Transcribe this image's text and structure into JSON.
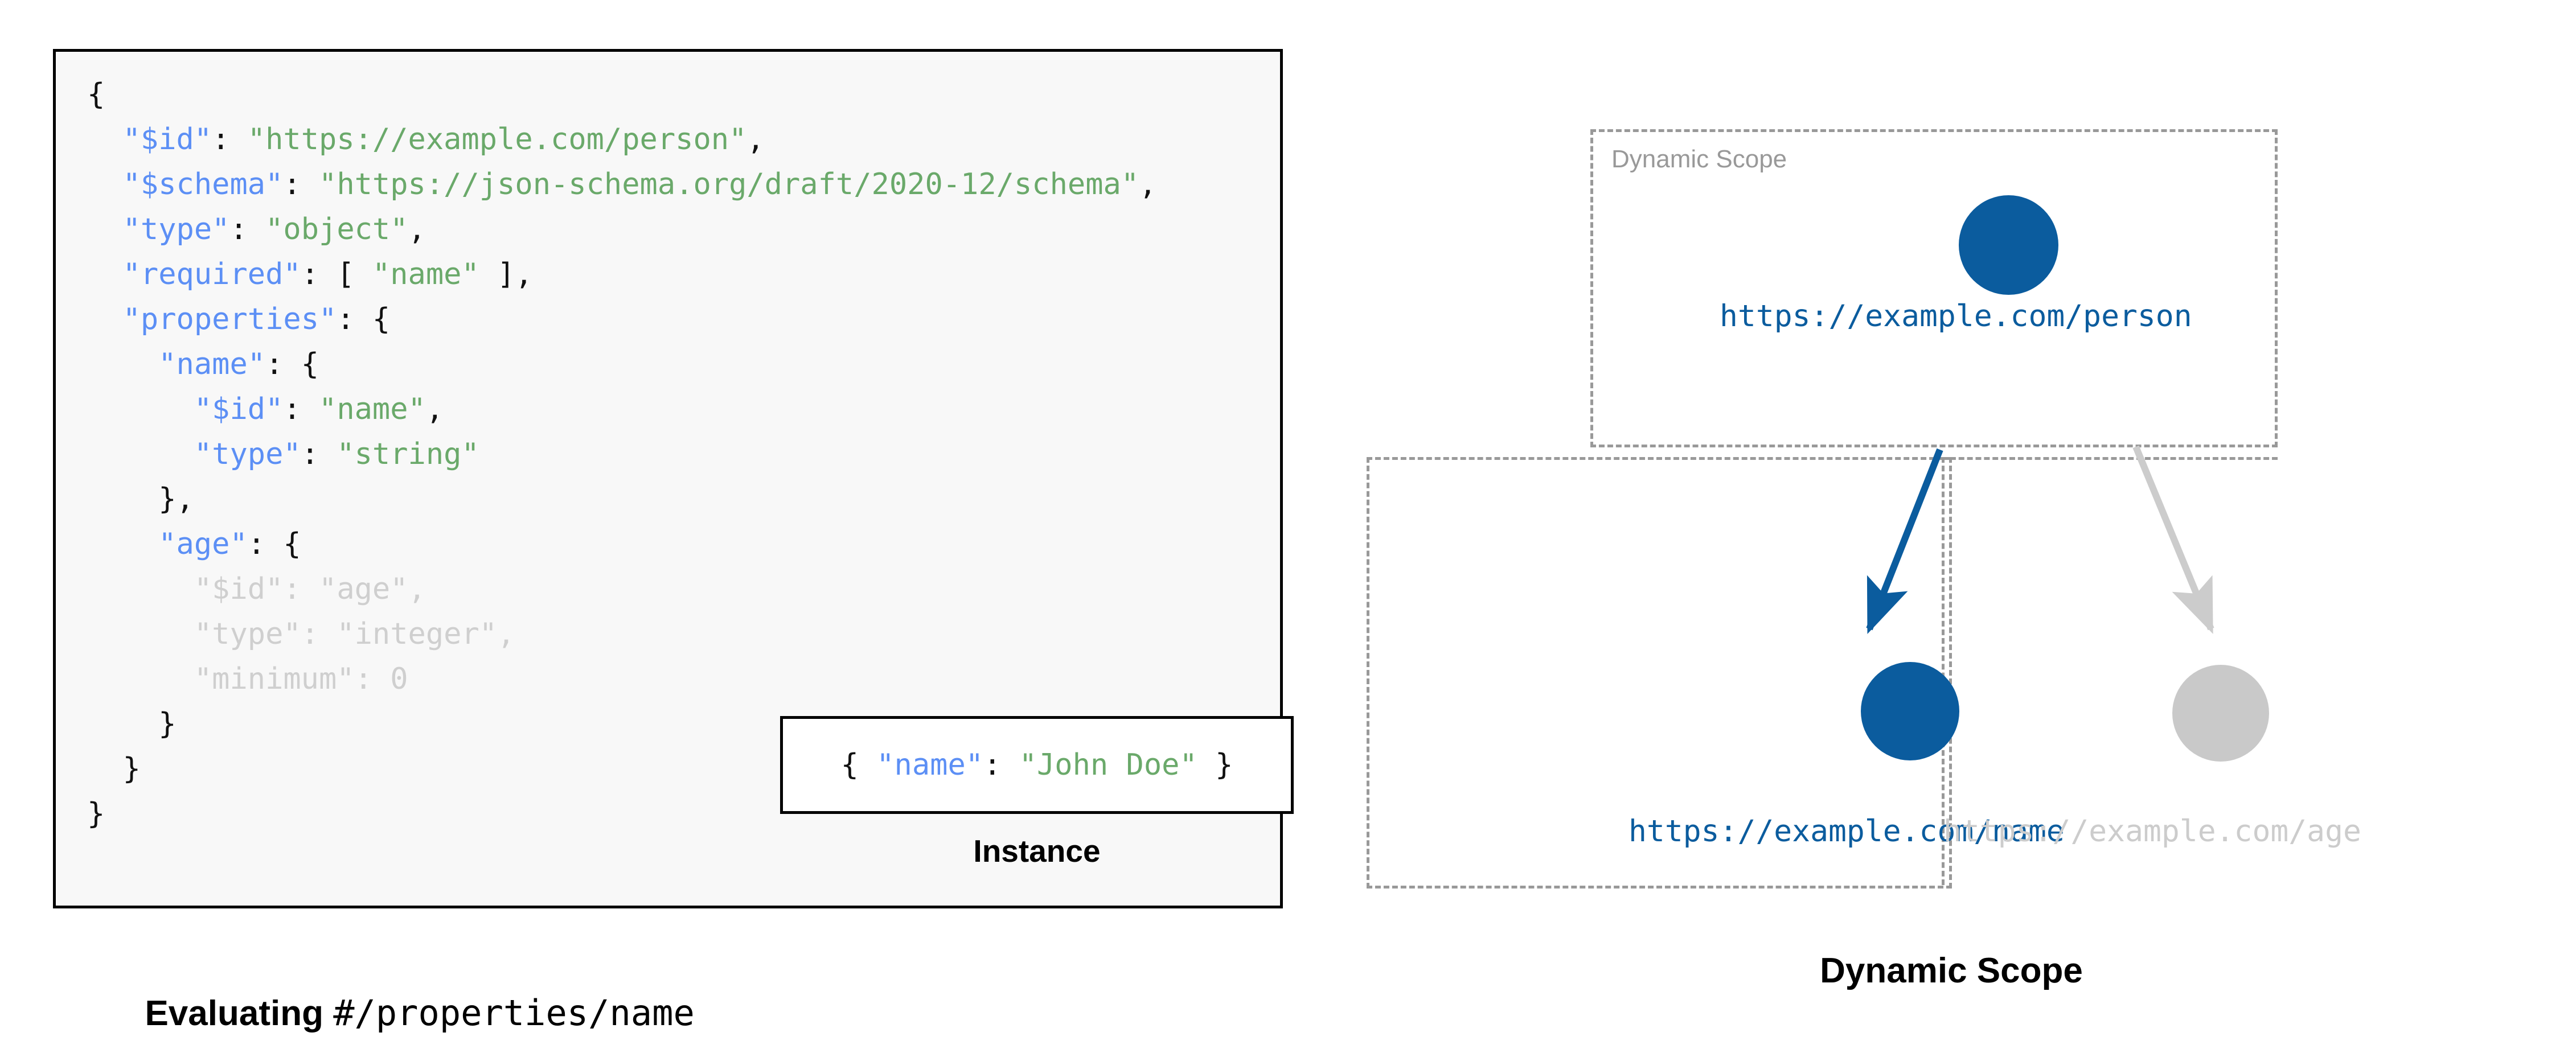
{
  "schema_panel": {
    "background": "#f8f8f8",
    "border_color": "#000000",
    "key_color": "#5c8ff5",
    "string_color": "#6aa96a",
    "faded_color": "#cfcfcf",
    "code_lines": [
      {
        "indent": 0,
        "faded": false,
        "tokens": [
          {
            "t": "{",
            "c": "p"
          }
        ]
      },
      {
        "indent": 1,
        "faded": false,
        "tokens": [
          {
            "t": "\"$id\"",
            "c": "k"
          },
          {
            "t": ": ",
            "c": "p"
          },
          {
            "t": "\"https://example.com/person\"",
            "c": "s"
          },
          {
            "t": ",",
            "c": "p"
          }
        ]
      },
      {
        "indent": 1,
        "faded": false,
        "tokens": [
          {
            "t": "\"$schema\"",
            "c": "k"
          },
          {
            "t": ": ",
            "c": "p"
          },
          {
            "t": "\"https://json-schema.org/draft/2020-12/schema\"",
            "c": "s"
          },
          {
            "t": ",",
            "c": "p"
          }
        ]
      },
      {
        "indent": 1,
        "faded": false,
        "tokens": [
          {
            "t": "\"type\"",
            "c": "k"
          },
          {
            "t": ": ",
            "c": "p"
          },
          {
            "t": "\"object\"",
            "c": "s"
          },
          {
            "t": ",",
            "c": "p"
          }
        ]
      },
      {
        "indent": 1,
        "faded": false,
        "tokens": [
          {
            "t": "\"required\"",
            "c": "k"
          },
          {
            "t": ": [ ",
            "c": "p"
          },
          {
            "t": "\"name\"",
            "c": "s"
          },
          {
            "t": " ],",
            "c": "p"
          }
        ]
      },
      {
        "indent": 1,
        "faded": false,
        "tokens": [
          {
            "t": "\"properties\"",
            "c": "k"
          },
          {
            "t": ": {",
            "c": "p"
          }
        ]
      },
      {
        "indent": 2,
        "faded": false,
        "tokens": [
          {
            "t": "\"name\"",
            "c": "k"
          },
          {
            "t": ": {",
            "c": "p"
          }
        ]
      },
      {
        "indent": 3,
        "faded": false,
        "tokens": [
          {
            "t": "\"$id\"",
            "c": "k"
          },
          {
            "t": ": ",
            "c": "p"
          },
          {
            "t": "\"name\"",
            "c": "s"
          },
          {
            "t": ",",
            "c": "p"
          }
        ]
      },
      {
        "indent": 3,
        "faded": false,
        "tokens": [
          {
            "t": "\"type\"",
            "c": "k"
          },
          {
            "t": ": ",
            "c": "p"
          },
          {
            "t": "\"string\"",
            "c": "s"
          }
        ]
      },
      {
        "indent": 2,
        "faded": false,
        "tokens": [
          {
            "t": "},",
            "c": "p"
          }
        ]
      },
      {
        "indent": 2,
        "faded": false,
        "tokens": [
          {
            "t": "\"age\"",
            "c": "k"
          },
          {
            "t": ": {",
            "c": "p"
          }
        ]
      },
      {
        "indent": 3,
        "faded": true,
        "tokens": [
          {
            "t": "\"$id\"",
            "c": "k"
          },
          {
            "t": ": ",
            "c": "p"
          },
          {
            "t": "\"age\"",
            "c": "s"
          },
          {
            "t": ",",
            "c": "p"
          }
        ]
      },
      {
        "indent": 3,
        "faded": true,
        "tokens": [
          {
            "t": "\"type\"",
            "c": "k"
          },
          {
            "t": ": ",
            "c": "p"
          },
          {
            "t": "\"integer\"",
            "c": "s"
          },
          {
            "t": ",",
            "c": "p"
          }
        ]
      },
      {
        "indent": 3,
        "faded": true,
        "tokens": [
          {
            "t": "\"minimum\"",
            "c": "k"
          },
          {
            "t": ": ",
            "c": "p"
          },
          {
            "t": "0",
            "c": "n"
          }
        ]
      },
      {
        "indent": 2,
        "faded": false,
        "tokens": [
          {
            "t": "}",
            "c": "p"
          }
        ]
      },
      {
        "indent": 1,
        "faded": false,
        "tokens": [
          {
            "t": "}",
            "c": "p"
          }
        ]
      },
      {
        "indent": 0,
        "faded": false,
        "tokens": [
          {
            "t": "}",
            "c": "p"
          }
        ]
      }
    ]
  },
  "instance": {
    "code_tokens": [
      {
        "t": "{ ",
        "c": "p"
      },
      {
        "t": "\"name\"",
        "c": "k"
      },
      {
        "t": ": ",
        "c": "p"
      },
      {
        "t": "\"John Doe\"",
        "c": "s"
      },
      {
        "t": " }",
        "c": "p"
      }
    ],
    "caption": "Instance"
  },
  "left_caption": {
    "bold_text": "Evaluating ",
    "mono_text": "#/properties/name"
  },
  "dynamic_scope_diagram": {
    "inner_label": "Dynamic Scope",
    "caption": "Dynamic Scope",
    "active_color": "#0b5c9e",
    "inactive_color": "#c9c9c9",
    "box_color": "#999999",
    "nodes": [
      {
        "id": "person",
        "label": "https://example.com/person",
        "state": "active"
      },
      {
        "id": "name",
        "label": "https://example.com/name",
        "state": "active"
      },
      {
        "id": "age",
        "label": "https://example.com/age",
        "state": "inactive"
      }
    ],
    "edges": [
      {
        "from": "person",
        "to": "name",
        "state": "active"
      },
      {
        "from": "person",
        "to": "age",
        "state": "inactive"
      }
    ]
  }
}
